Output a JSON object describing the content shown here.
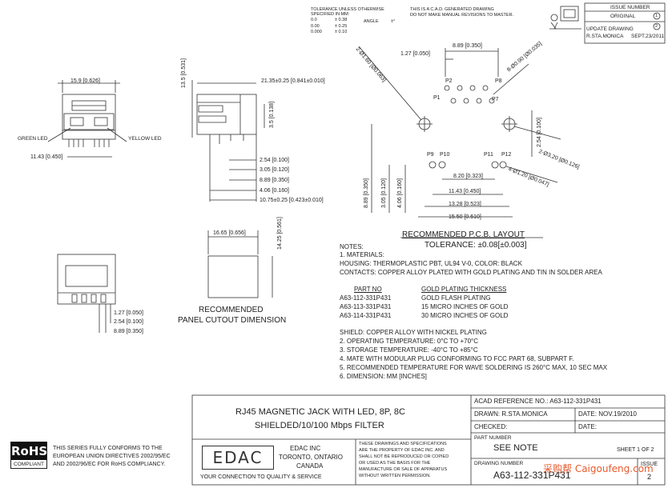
{
  "tolerance": {
    "title": "TOLERANCE UNLESS OTHERWISE",
    "title2": "SPECIFIED IN MM:",
    "rows": [
      {
        "place": "0.0",
        "tol": "± 0.38",
        "extra": "ANGLE",
        "val": "±°"
      },
      {
        "place": "0.00",
        "tol": "± 0.25"
      },
      {
        "place": "0.000",
        "tol": "± 0.10"
      }
    ]
  },
  "cad_note": {
    "line1": "THIS IS A C.A.D. GENERATED DRAWING",
    "line2": "DO NOT MAKE MANUAL REVISIONS TO MASTER."
  },
  "issue_box": {
    "header": "ISSUE NUMBER",
    "original": "ORIGINAL",
    "num1": "1",
    "update": "UPDATE DRAWING",
    "by": "R.STA.MONICA",
    "date": "SEPT.23/2011",
    "num2": "2"
  },
  "dims_front": {
    "width": "15.9 [0.626]",
    "green_led": "GREEN LED",
    "yellow_led": "YELLOW LED",
    "pin_span": "11.43 [0.450]"
  },
  "dims_side": {
    "height": "13.5 [0.531]",
    "length": "21.35±0.25 [0.841±0.010]",
    "d1": "3.5 [0.138]",
    "d2": "2.54 [0.100]",
    "d3": "3.05 [0.120]",
    "d4": "8.89 [0.350]",
    "d5": "4.06 [0.160]",
    "d6": "10.75±0.25 [0.423±0.010]"
  },
  "pcb": {
    "top_span": "8.89 [0.350]",
    "pitch": "1.27 [0.050]",
    "hole_small_left": "2-Ø1.60 [Ø0.063]",
    "hole_small_right": "8-Ø0.90 [Ø0.035]",
    "p1": "P1",
    "p2": "P2",
    "p7": "P7",
    "p8": "P8",
    "p9": "P9",
    "p10": "P10",
    "p11": "P11",
    "p12": "P12",
    "v254": "2.54 [0.100]",
    "hole_320": "2-Ø3.20 [Ø0.126]",
    "hole_120": "4-Ø1.20 [Ø0.047]",
    "h820": "8.20 [0.323]",
    "h1143": "11.43 [0.450]",
    "h1328": "13.28 [0.523]",
    "h1550": "15.50 [0.610]",
    "v889": "8.89 [0.350]",
    "v305": "3.05 [0.120]",
    "v406": "4.06 [0.160]",
    "title": "RECOMMENDED P.C.B. LAYOUT",
    "tolerance": "TOLERANCE: ±0.08[±0.003]"
  },
  "cutout": {
    "width": "16.65 [0.656]",
    "height": "14.25 [0.561]",
    "title1": "RECOMMENDED",
    "title2": "PANEL CUTOUT DIMENSION"
  },
  "bottom_view": {
    "d1": "1.27 [0.050]",
    "d2": "2.54 [0.100]",
    "d3": "8.89 [0.350]"
  },
  "notes": {
    "header": "NOTES:",
    "n1": "1. MATERIALS:",
    "housing": "HOUSING: THERMOPLASTIC PBT, UL94 V-0, COLOR: BLACK",
    "contacts": "CONTACTS: COPPER ALLOY PLATED WITH GOLD PLATING AND TIN IN SOLDER AREA",
    "part_header": "PART NO",
    "gold_header": "GOLD PLATING THICKNESS",
    "parts": [
      {
        "part": "A63-112-331P431",
        "gold": "GOLD FLASH PLATING"
      },
      {
        "part": "A63-113-331P431",
        "gold": "15 MICRO INCHES OF GOLD"
      },
      {
        "part": "A63-114-331P431",
        "gold": "30 MICRO INCHES OF GOLD"
      }
    ],
    "shield": "SHIELD: COPPER ALLOY WITH NICKEL PLATING",
    "n2": "2. OPERATING TEMPERATURE: 0°C TO +70°C",
    "n3": "3. STORAGE TEMPERATURE:  -40°C TO +85°C",
    "n4": "4. MATE WITH MODULAR PLUG CONFORMING TO FCC PART 68, SUBPART F.",
    "n5": "5. RECOMMENDED TEMPERATURE FOR WAVE SOLDERING IS 260°C MAX, 10 SEC MAX",
    "n6": "6. DIMENSION: MM [INCHES]"
  },
  "title_block": {
    "desc1": "RJ45 MAGNETIC JACK WITH LED, 8P, 8C",
    "desc2": "SHIELDED/10/100 Mbps FILTER",
    "company": "EDAC INC",
    "city": "TORONTO, ONTARIO",
    "country": "CANADA",
    "slogan": "YOUR CONNECTION TO QUALITY & SERVICE",
    "logo": "EDAC",
    "prop1": "THESE DRAWINGS AND SPECIFICATIONS",
    "prop2": "ARE THE PROPERTY OF EDAC INC. AND",
    "prop3": "SHALL NOT BE REPRODUCED OR COPIED",
    "prop4": "OR USED AS THE BASIS FOR THE",
    "prop5": "MANUFACTURE OR SALE OF APPARATUS",
    "prop6": "WITHOUT WRITTEN PERMISSION.",
    "acad_ref": "ACAD  REFERENCE  NO.:  A63-112-331P431",
    "drawn": "DRAWN: R.STA.MONICA",
    "drawn_date": "DATE:  NOV.19/2010",
    "checked": "CHECKED:",
    "checked_date": "DATE:",
    "part_number_label": "PART  NUMBER",
    "part_number": "SEE NOTE",
    "sheet": "SHEET 1 OF 2",
    "drawing_number_label": "DRAWING  NUMBER",
    "drawing_number": "A63-112-331P431",
    "issue_label": "ISSUE",
    "issue": "2"
  },
  "rohs": {
    "logo_top": "RoHS",
    "logo_bottom": "COMPLIANT",
    "line1": "THIS SERIES FULLY CONFORMS TO THE",
    "line2": "EUROPEAN UNION DIRECTIVES 2002/95/EC",
    "line3": "AND 2002/96/EC FOR RoHS COMPLIANCY."
  },
  "watermark": "采购帮 Caigoufeng.com"
}
